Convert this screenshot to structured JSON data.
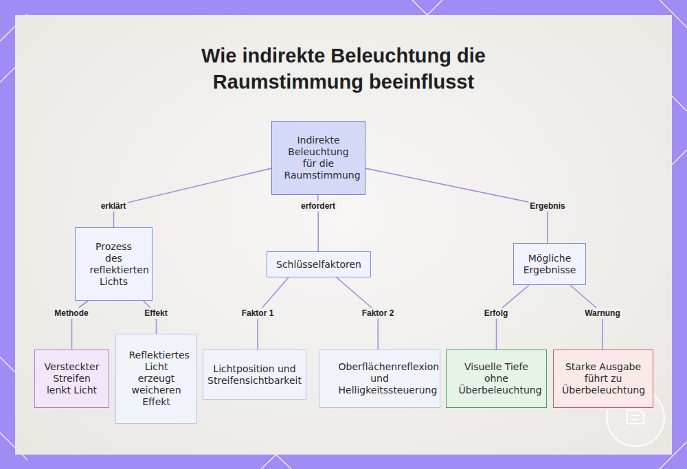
{
  "diagram": {
    "title": "Wie indirekte Beleuchtung die Raumstimmung beeinflusst",
    "nodes": [
      {
        "text": [
          "Indirekte Beleuchtung für die Raumstimmung"
        ]
      },
      {
        "text": [
          "Prozess des reflektierten Lichts"
        ]
      },
      {
        "text": [
          "Schlüsselfaktoren"
        ]
      },
      {
        "text": [
          "Mögliche Ergebnisse"
        ]
      },
      {
        "text": [
          "Versteckter Streifen lenkt Licht"
        ]
      },
      {
        "text": [
          "Reflektiertes Licht erzeugt weicheren Effekt"
        ]
      },
      {
        "text": [
          "Lichtposition und Streifensichtbarkeit"
        ]
      },
      {
        "text": [
          "Oberflächenreflexion und Helligkeitssteuerung"
        ]
      },
      {
        "text": [
          "Visuelle Tiefe ohne Überbeleuchtung"
        ]
      },
      {
        "text": [
          "Starke Ausgabe führt zu Überbeleuchtung"
        ]
      }
    ],
    "edges": [
      {
        "from": 0,
        "to": 1,
        "label": "erklärt",
        "arrow": "none"
      },
      {
        "from": 0,
        "to": 2,
        "label": "erfordert",
        "arrow": "none"
      },
      {
        "from": 0,
        "to": 3,
        "label": "Ergebnis",
        "arrow": "none"
      },
      {
        "from": 1,
        "to": 4,
        "label": "Methode",
        "arrow": "none"
      },
      {
        "from": 1,
        "to": 5,
        "label": "Effekt",
        "arrow": "none"
      },
      {
        "from": 2,
        "to": 6,
        "label": "Faktor 1",
        "arrow": "none"
      },
      {
        "from": 2,
        "to": 7,
        "label": "Faktor 2",
        "arrow": "none"
      },
      {
        "from": 3,
        "to": 8,
        "label": "Erfolg",
        "arrow": "none"
      },
      {
        "from": 3,
        "to": 9,
        "label": "Warnung",
        "arrow": "none"
      }
    ]
  }
}
